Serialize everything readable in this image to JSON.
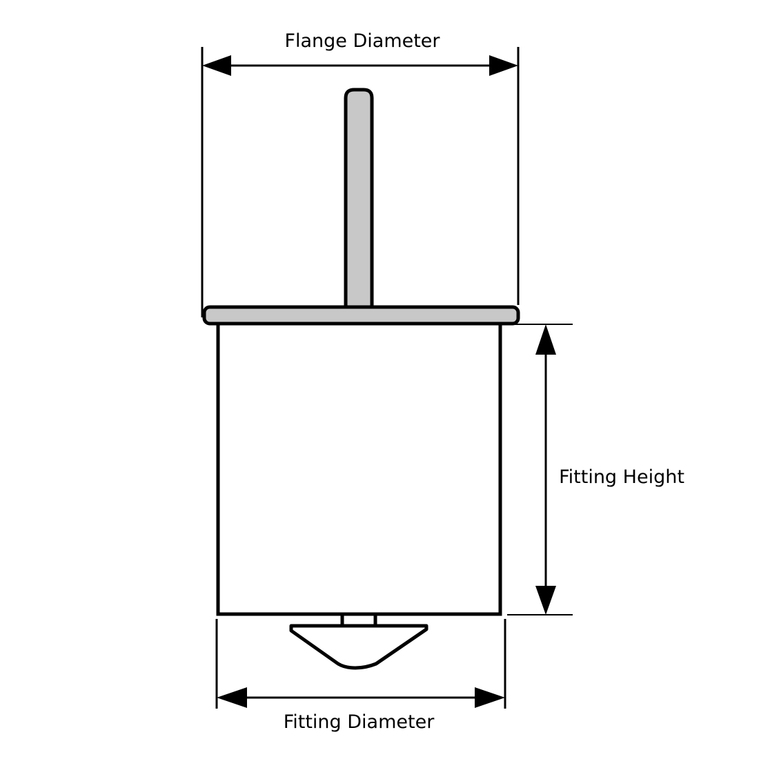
{
  "labels": {
    "flange_diameter": "Flange Diameter",
    "fitting_height": "Fitting Height",
    "fitting_diameter": "Fitting Diameter"
  },
  "colors": {
    "line": "#000000",
    "part_fill": "#c8c8c8",
    "body_fill": "#ffffff"
  }
}
